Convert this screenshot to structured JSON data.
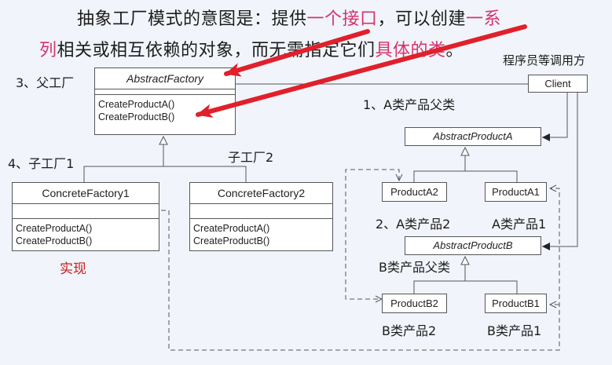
{
  "title": {
    "line1": [
      {
        "text": "抽象工厂模式的意图是：提供",
        "hl": false
      },
      {
        "text": "一个接口",
        "hl": true
      },
      {
        "text": "，可以创建",
        "hl": false
      },
      {
        "text": "一系",
        "hl": true
      }
    ],
    "line2": [
      {
        "text": "列",
        "hl": true
      },
      {
        "text": "相关或相互依赖的对象，而无需指定它们",
        "hl": false
      },
      {
        "text": "具体的类",
        "hl": true
      },
      {
        "text": "。",
        "hl": false
      }
    ]
  },
  "labels": {
    "parent_factory": "3、父工厂",
    "child_factory1": "4、子工厂1",
    "child_factory2": "子工厂2",
    "programmer": "程序员等调用方",
    "product_a_parent": "1、A类产品父类",
    "product_a2": "2、A类产品2",
    "product_a1": "A类产品1",
    "product_b_parent": "B类产品父类",
    "product_b2": "B类产品2",
    "product_b1": "B类产品1",
    "implement": "实现"
  },
  "classes": {
    "abstract_factory": {
      "name": "AbstractFactory",
      "ops": [
        "CreateProductA()",
        "CreateProductB()"
      ]
    },
    "concrete_factory1": {
      "name": "ConcreteFactory1",
      "ops": [
        "CreateProductA()",
        "CreateProductB()"
      ]
    },
    "concrete_factory2": {
      "name": "ConcreteFactory2",
      "ops": [
        "CreateProductA()",
        "CreateProductB()"
      ]
    },
    "client": {
      "name": "Client"
    },
    "abstract_product_a": {
      "name": "AbstractProductA"
    },
    "abstract_product_b": {
      "name": "AbstractProductB"
    },
    "product_a2": {
      "name": "ProductA2"
    },
    "product_a1": {
      "name": "ProductA1"
    },
    "product_b2": {
      "name": "ProductB2"
    },
    "product_b1": {
      "name": "ProductB1"
    }
  },
  "colors": {
    "highlight": "#d6336c",
    "arrow": "#e0202a",
    "implement_label": "#c81e1e",
    "line": "#55565a"
  }
}
